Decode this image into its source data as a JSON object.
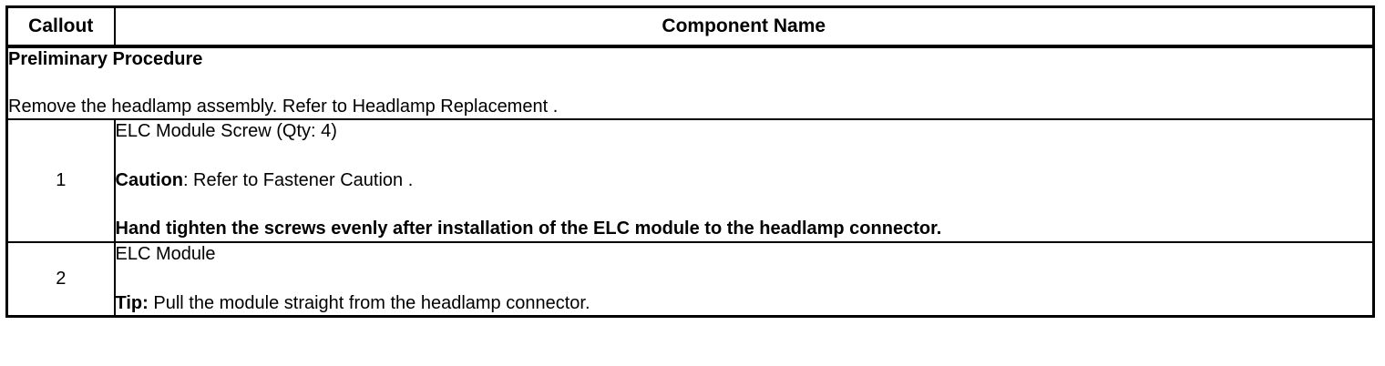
{
  "table": {
    "headers": {
      "callout": "Callout",
      "component_name": "Component Name"
    },
    "preliminary": {
      "title": "Preliminary Procedure",
      "text": "Remove the headlamp assembly. Refer to Headlamp Replacement ."
    },
    "rows": [
      {
        "callout": "1",
        "lines": [
          {
            "text": "ELC Module Screw (Qty: 4)"
          },
          {
            "lead": "Caution",
            "text": ": Refer to Fastener Caution ."
          },
          {
            "text": "Hand tighten the screws evenly after installation of the ELC module to the headlamp connector.",
            "bold": true
          }
        ]
      },
      {
        "callout": "2",
        "lines": [
          {
            "text": "ELC Module"
          },
          {
            "lead": "Tip:",
            "text": " Pull the module straight from the headlamp connector."
          }
        ]
      }
    ]
  },
  "colors": {
    "border": "#000000",
    "text": "#000000",
    "background": "#ffffff"
  }
}
